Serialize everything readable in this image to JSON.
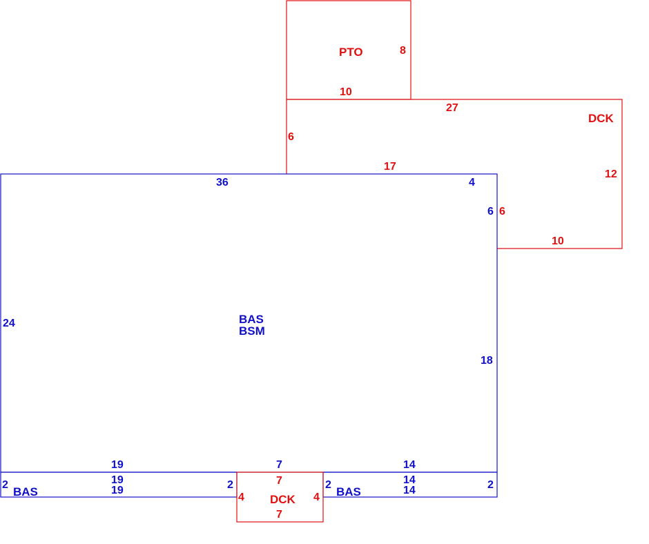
{
  "colors": {
    "main": "#1010c8",
    "addition": "#e01010",
    "background": "#ffffff"
  },
  "areas": {
    "pto": {
      "code": "PTO",
      "dims": {
        "side": "8",
        "bottom": "10"
      }
    },
    "upper_deck": {
      "code": "DCK",
      "dims": {
        "top": "27",
        "left": "6",
        "inner": "17",
        "right": "12",
        "bottom": "10",
        "notch": "6"
      }
    },
    "main": {
      "codes": [
        "BAS",
        "BSM"
      ],
      "dims": {
        "top": "36",
        "corner": "4",
        "right_upper": "6",
        "left": "24",
        "right": "18",
        "bottom_left": "19",
        "bottom_mid": "7",
        "bottom_right": "14"
      }
    },
    "left_bas": {
      "code": "BAS",
      "dims": {
        "top": "19",
        "bottom": "19",
        "left": "2",
        "right": "2"
      }
    },
    "small_deck": {
      "code": "DCK",
      "dims": {
        "top": "7",
        "bottom": "7",
        "left": "4",
        "right": "4"
      }
    },
    "right_bas": {
      "code": "BAS",
      "dims": {
        "top": "14",
        "bottom": "14",
        "left": "2",
        "right": "2"
      }
    }
  }
}
